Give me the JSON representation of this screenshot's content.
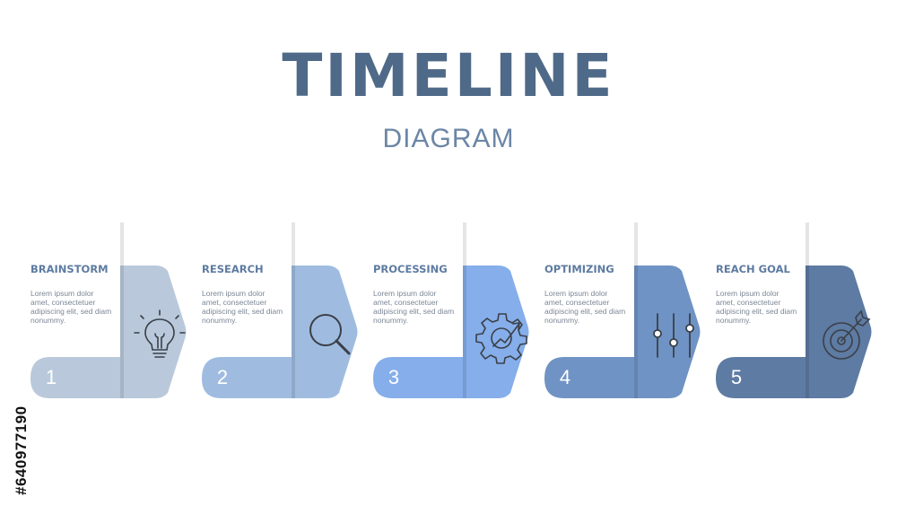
{
  "header": {
    "title": "TIMELINE",
    "subtitle": "DIAGRAM"
  },
  "steps": [
    {
      "number": "1",
      "title": "BRAINSTORM",
      "text": "Lorem ipsum dolor amet, consectetuer adipiscing elit, sed diam nonummy.",
      "icon": "lightbulb-icon",
      "color": "#b9c9db"
    },
    {
      "number": "2",
      "title": "RESEARCH",
      "text": "Lorem ipsum dolor amet, consectetuer adipiscing elit, sed diam nonummy.",
      "icon": "magnifier-icon",
      "color": "#9fbce0"
    },
    {
      "number": "3",
      "title": "PROCESSING",
      "text": "Lorem ipsum dolor amet, consectetuer adipiscing elit, sed diam nonummy.",
      "icon": "gear-arrow-icon",
      "color": "#85aeea"
    },
    {
      "number": "4",
      "title": "OPTIMIZING",
      "text": "Lorem ipsum dolor amet, consectetuer adipiscing elit, sed diam nonummy.",
      "icon": "sliders-icon",
      "color": "#6f93c4"
    },
    {
      "number": "5",
      "title": "REACH GOAL",
      "text": "Lorem ipsum dolor amet, consectetuer adipiscing elit, sed diam nonummy.",
      "icon": "target-icon",
      "color": "#5d7ba3"
    }
  ],
  "watermark": {
    "id_text": "#640977190"
  }
}
